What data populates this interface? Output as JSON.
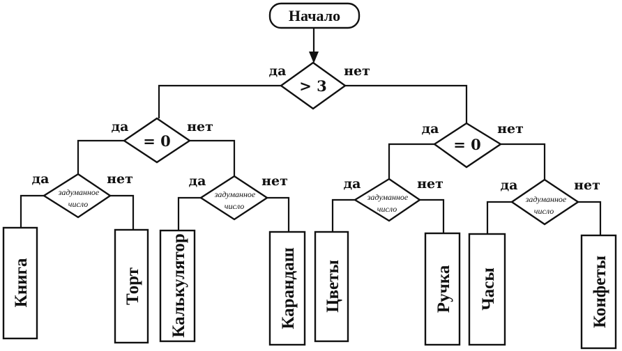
{
  "start": "Начало",
  "yes": "да",
  "no": "нет",
  "root_condition": "> 3",
  "level2_condition": "= 0",
  "level3_condition": [
    "задуманное",
    "число"
  ],
  "outcomes": [
    "Книга",
    "Торт",
    "Калькулятор",
    "Карандаш",
    "Цветы",
    "Ручка",
    "Часы",
    "Конфеты"
  ]
}
